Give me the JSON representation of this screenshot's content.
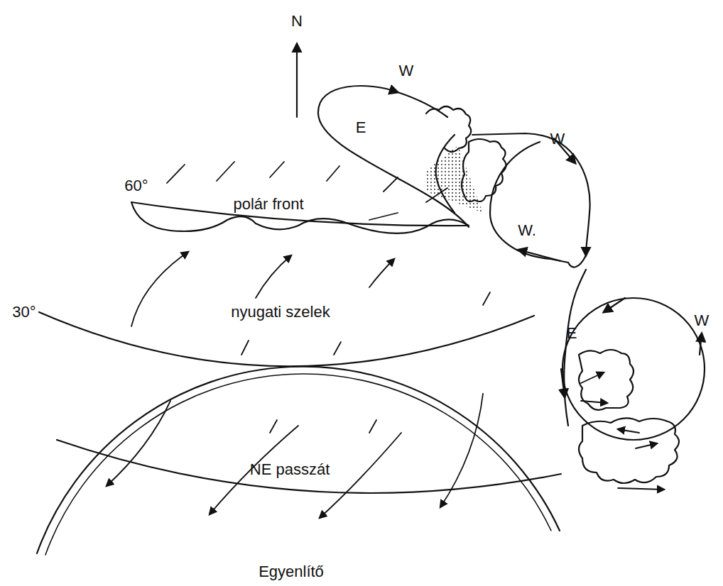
{
  "diagram": {
    "labels": [
      "N",
      "60°",
      "polár front",
      "30°",
      "nyugati szelek",
      "NE passzát",
      "Egyenlítő",
      "W",
      "E",
      "W",
      "W.",
      "E",
      "W"
    ]
  }
}
